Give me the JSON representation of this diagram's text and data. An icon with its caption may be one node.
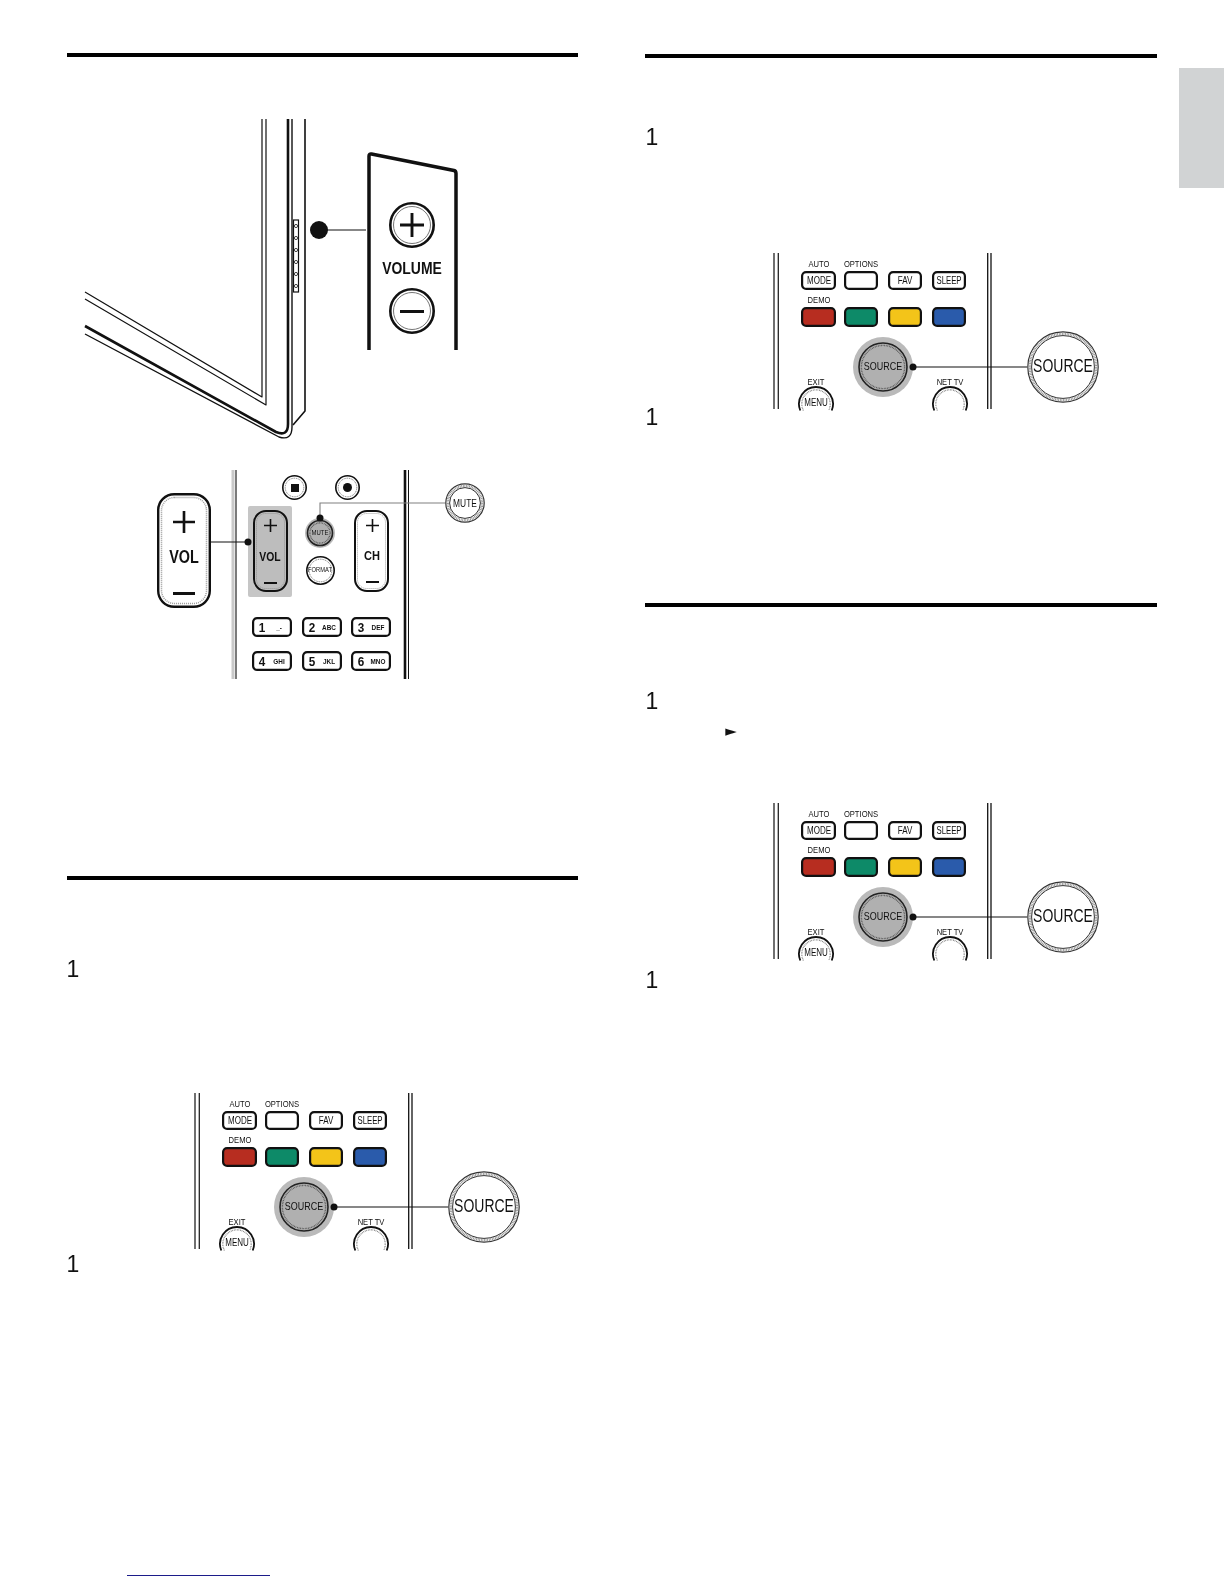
{
  "diagram": {
    "nodes": [
      {
        "text": [],
        "shape": "picture"
      },
      {
        "text": [
          "VOLUME"
        ]
      },
      {
        "text": [],
        "shape": "circle",
        "in": 1
      },
      {
        "text": [],
        "shape": "circle",
        "in": 1
      },
      {
        "text": [
          "VOL"
        ]
      },
      {
        "text": [],
        "shape": "picture"
      },
      {
        "text": [],
        "shape": "circle",
        "in": 5
      },
      {
        "text": [],
        "shape": "circle",
        "in": 5
      },
      {
        "text": [
          "VOL"
        ],
        "in": 5
      },
      {
        "text": [
          "MUTE"
        ],
        "in": 5
      },
      {
        "text": [
          "CH"
        ],
        "in": 5
      },
      {
        "text": [
          "FORMAT"
        ],
        "in": 5
      },
      {
        "text": [
          "1",
          "_-"
        ],
        "in": 5
      },
      {
        "text": [
          "2",
          "ABC"
        ],
        "in": 5
      },
      {
        "text": [
          "3",
          "DEF"
        ],
        "in": 5
      },
      {
        "text": [
          "4",
          "GHI"
        ],
        "in": 5
      },
      {
        "text": [
          "5",
          "JKL"
        ],
        "in": 5
      },
      {
        "text": [
          "6",
          "MNO"
        ],
        "in": 5
      },
      {
        "text": [
          "MUTE"
        ]
      },
      {
        "text": [],
        "shape": "picture"
      },
      {
        "text": [
          "AUTO",
          "MODE"
        ],
        "in": 19
      },
      {
        "text": [
          "OPTIONS"
        ],
        "in": 19
      },
      {
        "text": [
          "FAV"
        ],
        "in": 19
      },
      {
        "text": [
          "SLEEP"
        ],
        "in": 19
      },
      {
        "text": [
          "DEMO"
        ],
        "in": 19
      },
      {
        "text": [],
        "shape": "box",
        "in": 19
      },
      {
        "text": [],
        "shape": "box",
        "in": 19
      },
      {
        "text": [],
        "shape": "box",
        "in": 19
      },
      {
        "text": [
          "SOURCE"
        ],
        "in": 19
      },
      {
        "text": [
          "EXIT",
          "MENU"
        ],
        "in": 19
      },
      {
        "text": [
          "NET TV"
        ],
        "in": 19
      },
      {
        "text": [
          "SOURCE"
        ]
      },
      {
        "text": [],
        "shape": "picture"
      },
      {
        "text": [
          "AUTO",
          "MODE"
        ],
        "in": 32
      },
      {
        "text": [
          "OPTIONS"
        ],
        "in": 32
      },
      {
        "text": [
          "FAV"
        ],
        "in": 32
      },
      {
        "text": [
          "SLEEP"
        ],
        "in": 32
      },
      {
        "text": [
          "DEMO"
        ],
        "in": 32
      },
      {
        "text": [],
        "shape": "box",
        "in": 32
      },
      {
        "text": [],
        "shape": "box",
        "in": 32
      },
      {
        "text": [],
        "shape": "box",
        "in": 32
      },
      {
        "text": [
          "SOURCE"
        ],
        "in": 32
      },
      {
        "text": [
          "EXIT",
          "MENU"
        ],
        "in": 32
      },
      {
        "text": [
          "NET TV"
        ],
        "in": 32
      },
      {
        "text": [
          "SOURCE"
        ]
      },
      {
        "text": [],
        "shape": "picture"
      },
      {
        "text": [
          "AUTO",
          "MODE"
        ],
        "in": 45
      },
      {
        "text": [
          "OPTIONS"
        ],
        "in": 45
      },
      {
        "text": [
          "FAV"
        ],
        "in": 45
      },
      {
        "text": [
          "SLEEP"
        ],
        "in": 45
      },
      {
        "text": [
          "DEMO"
        ],
        "in": 45
      },
      {
        "text": [],
        "shape": "box",
        "in": 45
      },
      {
        "text": [],
        "shape": "box",
        "in": 45
      },
      {
        "text": [],
        "shape": "box",
        "in": 45
      },
      {
        "text": [
          "SOURCE"
        ],
        "in": 45
      },
      {
        "text": [
          "EXIT",
          "MENU"
        ],
        "in": 45
      },
      {
        "text": [
          "NET TV"
        ],
        "in": 45
      },
      {
        "text": [
          "SOURCE"
        ]
      },
      {
        "text": [],
        "shape": "box"
      }
    ],
    "edges": [
      {
        "from": 1,
        "to": 0,
        "arrow": "other"
      },
      {
        "from": 4,
        "to": 8,
        "arrow": "other"
      },
      {
        "from": 18,
        "to": 9,
        "arrow": "other",
        "color": "#808080"
      },
      {
        "from": 31,
        "to": 28,
        "arrow": "other"
      },
      {
        "from": 44,
        "to": 41,
        "arrow": "other"
      },
      {
        "from": 57,
        "to": 54,
        "arrow": "other"
      }
    ],
    "labels": [
      "1",
      "1",
      "1",
      "1",
      "1",
      "►",
      "1"
    ]
  }
}
